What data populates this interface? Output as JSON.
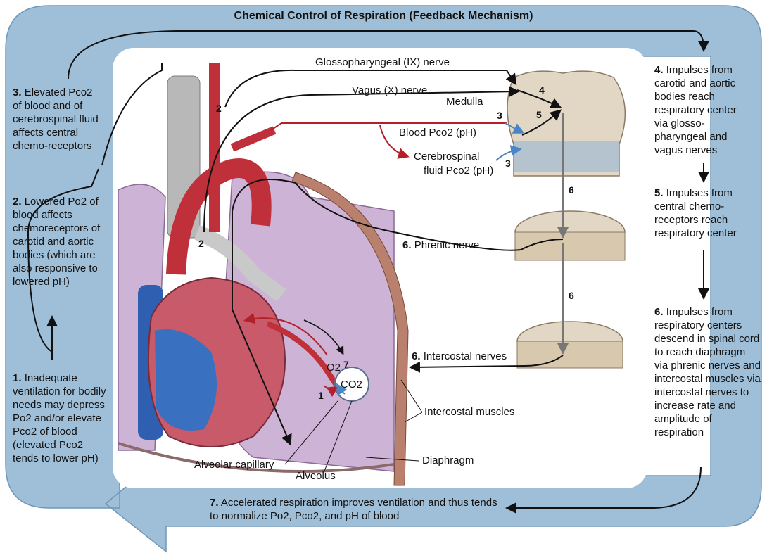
{
  "title": "Chemical Control of Respiration (Feedback Mechanism)",
  "steps": {
    "s1": {
      "num": "1.",
      "text": "Inadequate ventilation for bodily needs may depress Po2 and/or elevate Pco2 of blood (elevated Pco2 tends to lower pH)"
    },
    "s2": {
      "num": "2.",
      "text": "Lowered Po2 of blood affects chemoreceptors of carotid and aortic bodies (which are also responsive to lowered pH)"
    },
    "s3": {
      "num": "3.",
      "text": "Elevated Pco2 of blood and of cerebrospinal fluid affects central chemo-receptors"
    },
    "s4": {
      "num": "4.",
      "text": "Impulses from carotid and aortic bodies reach respiratory center via glosso-pharyngeal and vagus nerves"
    },
    "s5": {
      "num": "5.",
      "text": "Impulses from central chemo-receptors reach respiratory center"
    },
    "s6": {
      "num": "6.",
      "text": "Impulses from respiratory centers descend in spinal cord to reach diaphragm via phrenic nerves and intercostal muscles via intercostal nerves to increase rate and amplitude of respiration"
    },
    "s7": {
      "num": "7.",
      "text": "Accelerated respiration improves ventilation and thus tends to normalize Po2, Pco2, and pH of blood"
    }
  },
  "labels": {
    "glosso": "Glossopharyngeal (IX) nerve",
    "vagus": "Vagus (X) nerve",
    "medulla": "Medulla",
    "blood_pco2": "Blood Pco2 (pH)",
    "csf_pco2_l1": "Cerebrospinal",
    "csf_pco2_l2": "fluid Pco2 (pH)",
    "phrenic": "Phrenic nerve",
    "phrenic_num": "6.",
    "intercostal_nerves": "Intercostal nerves",
    "intercostal_num": "6.",
    "intercostal_muscles": "Intercostal muscles",
    "diaphragm": "Diaphragm",
    "alveolar_capillary": "Alveolar capillary",
    "alveolus": "Alveolus",
    "o2": "O2",
    "co2": "CO2"
  },
  "markers": {
    "m1": "1",
    "m2a": "2",
    "m2b": "2",
    "m3a": "3",
    "m3b": "3",
    "m4": "4",
    "m5": "5",
    "m6a": "6",
    "m6b": "6",
    "m7": "7"
  },
  "colors": {
    "frame": "#9fbfd9",
    "frame_edge": "#6f97b9",
    "lung": "#cdb3d6",
    "artery": "#c0303a",
    "vein": "#2f5fb0",
    "cord": "#e2d6c4",
    "nerve_black": "#111111",
    "nerve_gray": "#777777",
    "blood_arrow": "#b3202a",
    "csf_arrow": "#4a86c6"
  }
}
